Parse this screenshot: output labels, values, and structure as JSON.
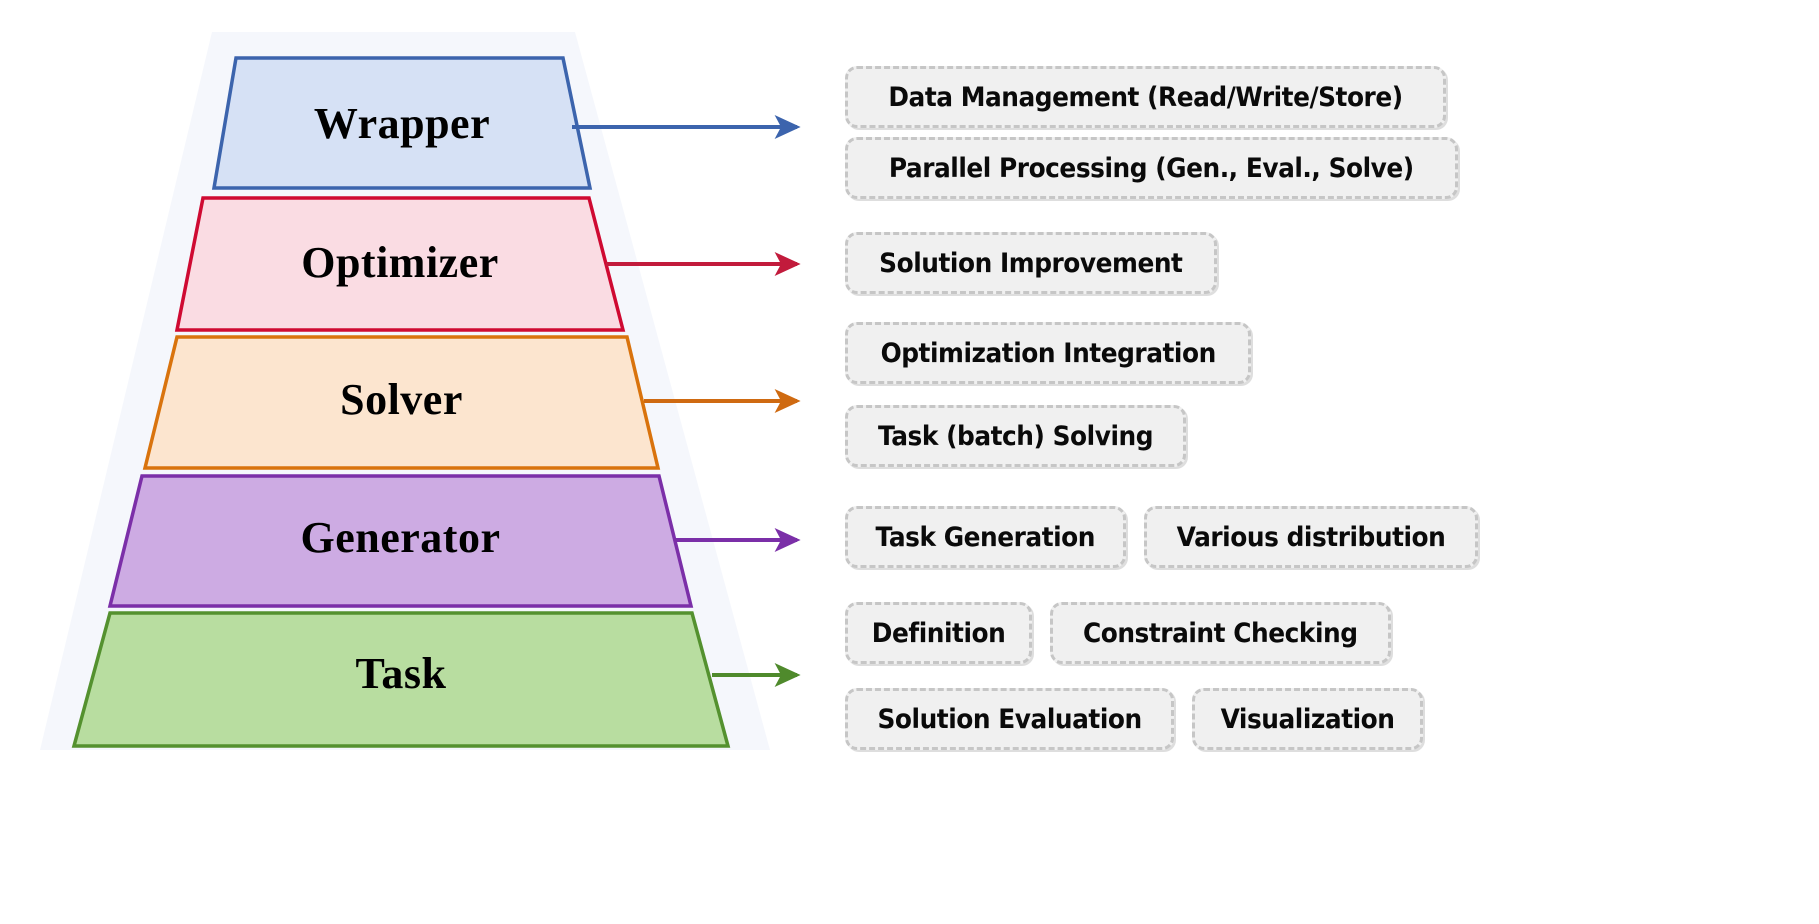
{
  "diagram": {
    "title": "Layered framework architecture pyramid",
    "type": "pyramid-layer-diagram",
    "layers": [
      {
        "id": "wrapper",
        "label": "Wrapper",
        "fill": "#d6e1f5",
        "stroke": "#3c64ad",
        "arrow_color": "#3c64ad"
      },
      {
        "id": "optimizer",
        "label": "Optimizer",
        "fill": "#fadce3",
        "stroke": "#cf0a32",
        "arrow_color": "#c21b3c"
      },
      {
        "id": "solver",
        "label": "Solver",
        "fill": "#fce5cf",
        "stroke": "#d9730d",
        "arrow_color": "#cf6a11"
      },
      {
        "id": "generator",
        "label": "Generator",
        "fill": "#cdabe3",
        "stroke": "#7b2fa8",
        "arrow_color": "#7b2fa8"
      },
      {
        "id": "task",
        "label": "Task",
        "fill": "#b8dda0",
        "stroke": "#54912f",
        "arrow_color": "#4f8a2c"
      }
    ],
    "backdrop_color": "#f5f7fc"
  },
  "features": {
    "wrapper": [
      [
        "Data Management (Read/Write/Store)"
      ],
      [
        "Parallel Processing (Gen., Eval., Solve)"
      ]
    ],
    "optimizer": [
      [
        "Solution Improvement"
      ]
    ],
    "solver": [
      [
        "Optimization Integration"
      ],
      [
        "Task (batch) Solving"
      ]
    ],
    "generator": [
      [
        "Task Generation",
        "Various distribution"
      ]
    ],
    "task": [
      [
        "Definition",
        "Constraint Checking"
      ],
      [
        "Solution Evaluation",
        "Visualization"
      ]
    ]
  }
}
